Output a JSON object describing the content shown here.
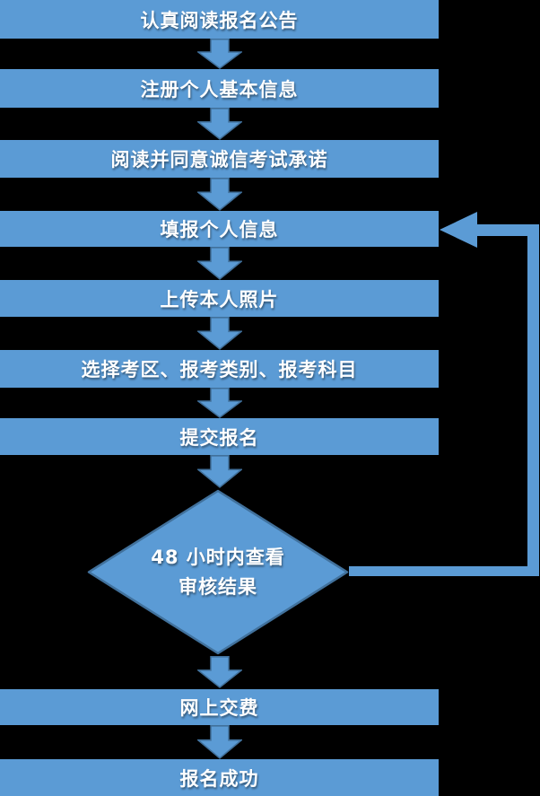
{
  "diagram": {
    "type": "flowchart",
    "background_color": "#000000",
    "node_fill_color": "#5b9bd5",
    "node_border_color": "#41719c",
    "text_color": "#ffffff",
    "steps": [
      "认真阅读报名公告",
      "注册个人基本信息",
      "阅读并同意诚信考试承诺",
      "填报个人信息",
      "上传本人照片",
      "选择考区、报考类别、报考科目",
      "提交报名",
      "网上交费",
      "报名成功"
    ],
    "decision": {
      "line1": "48 小时内查看",
      "line2": "审核结果"
    },
    "loop": {
      "from": "审核结果",
      "to": "填报个人信息"
    }
  }
}
